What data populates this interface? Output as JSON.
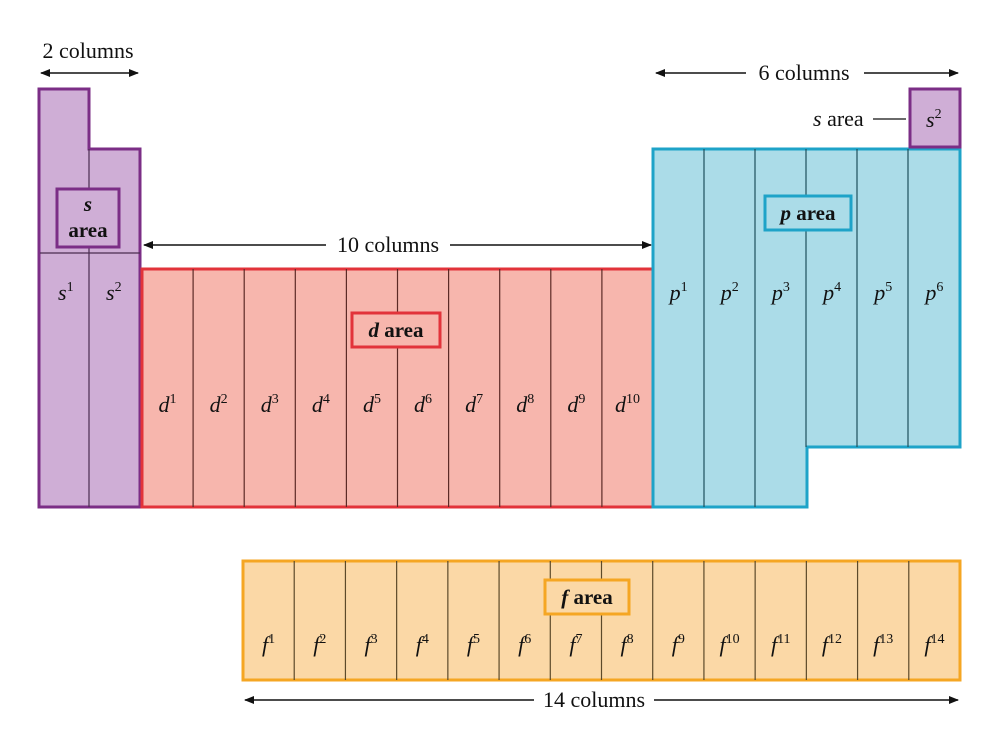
{
  "column_labels": {
    "s": "2 columns",
    "p": "6 columns",
    "d": "10 columns",
    "f": "14 columns"
  },
  "area_labels": {
    "s_block": {
      "letter": "s",
      "word": "area"
    },
    "p_block": {
      "letter": "p",
      "word": "area"
    },
    "d_block": {
      "letter": "d",
      "word": "area"
    },
    "f_block": {
      "letter": "f",
      "word": "area"
    },
    "he_side": {
      "letter": "s",
      "word": "area"
    }
  },
  "blocks": {
    "s": {
      "letter": "s",
      "cells": [
        "1",
        "2"
      ],
      "fill": "#cfaed6",
      "border": "#7b2e86"
    },
    "d": {
      "letter": "d",
      "cells": [
        "1",
        "2",
        "3",
        "4",
        "5",
        "6",
        "7",
        "8",
        "9",
        "10"
      ],
      "fill": "#f7b6ad",
      "border": "#e2333a"
    },
    "p": {
      "letter": "p",
      "cells": [
        "1",
        "2",
        "3",
        "4",
        "5",
        "6"
      ],
      "fill": "#abdce8",
      "border": "#1ea3c8"
    },
    "f": {
      "letter": "f",
      "cells": [
        "1",
        "2",
        "3",
        "4",
        "5",
        "6",
        "7",
        "8",
        "9",
        "10",
        "11",
        "12",
        "13",
        "14"
      ],
      "fill": "#fbd8a6",
      "border": "#f5a623"
    },
    "he": {
      "letter": "s",
      "sup": "2",
      "fill": "#cfaed6",
      "border": "#7b2e86"
    }
  }
}
